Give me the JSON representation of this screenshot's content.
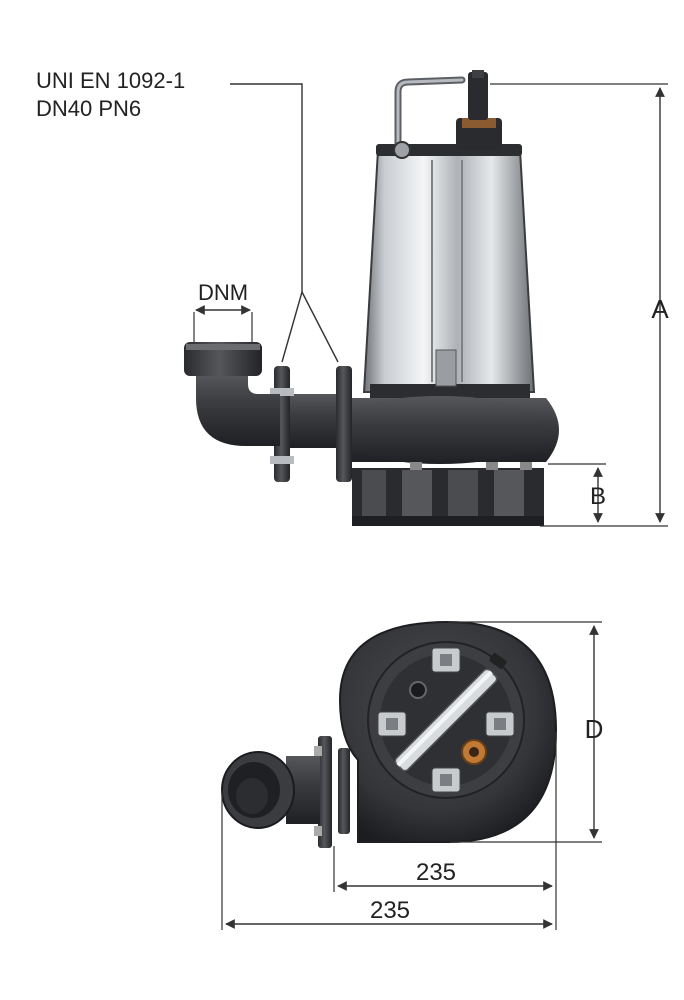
{
  "standard": {
    "line1": "UNI EN 1092-1",
    "line2": "DN40 PN6"
  },
  "dimensions": {
    "dnm": "DNM",
    "a": "A",
    "b": "B",
    "d": "D",
    "width_inner": "235",
    "width_outer": "235"
  },
  "colors": {
    "casting": "#3a3b3e",
    "casting_dark": "#222326",
    "steel_light": "#e9ebed",
    "steel_dark": "#8e9296",
    "dim_line": "#333333",
    "accent_copper": "#c07a35"
  }
}
